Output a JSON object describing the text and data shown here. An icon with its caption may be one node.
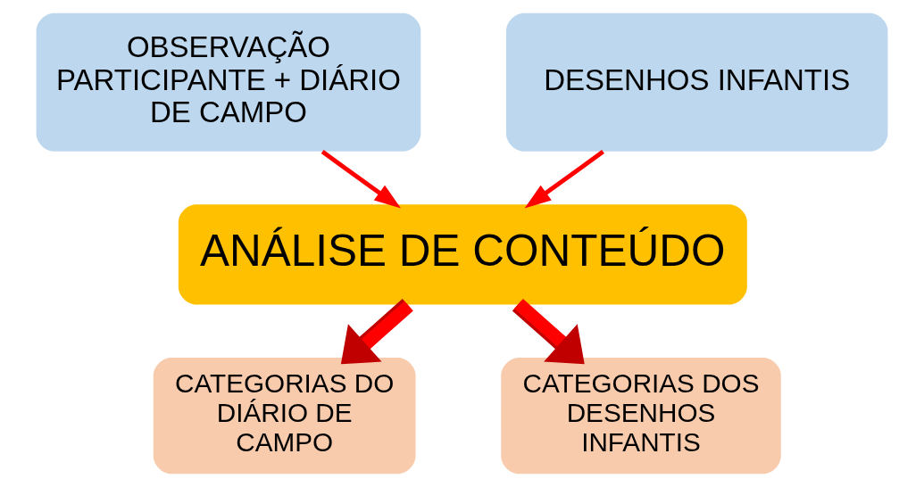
{
  "diagram": {
    "nodes": [
      {
        "text": [
          "OBSERVAÇÃO PARTICIPANTE + DIÁRIO DE CAMPO"
        ]
      },
      {
        "text": [
          "DESENHOS INFANTIS"
        ]
      },
      {
        "text": [
          "ANÁLISE DE CONTEÚDO"
        ]
      },
      {
        "text": [
          "CATEGORIAS DO DIÁRIO DE CAMPO"
        ]
      },
      {
        "text": [
          "CATEGORIAS DOS DESENHOS INFANTIS"
        ]
      }
    ],
    "edges": [
      {
        "from": 0,
        "to": 2,
        "arrow": "to"
      },
      {
        "from": 1,
        "to": 2,
        "arrow": "to"
      },
      {
        "from": 2,
        "to": 3,
        "arrow": "to",
        "style": "thick"
      },
      {
        "from": 2,
        "to": 4,
        "arrow": "to",
        "style": "thick"
      }
    ]
  }
}
